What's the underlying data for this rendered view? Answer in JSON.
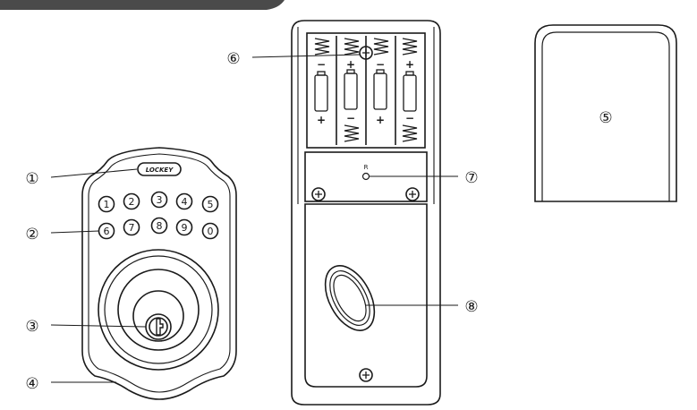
{
  "colors": {
    "stroke": "#1a1a1a",
    "banner": "#4a4a4a",
    "background": "#ffffff"
  },
  "front": {
    "logo": "LOCKEY",
    "keys_row1": [
      "1",
      "2",
      "3",
      "4",
      "5"
    ],
    "keys_row2": [
      "6",
      "7",
      "8",
      "9",
      "0"
    ]
  },
  "back": {
    "reset_label": "R",
    "polarity_plus": "+",
    "polarity_minus": "−"
  },
  "callouts": [
    "①",
    "②",
    "③",
    "④",
    "⑤",
    "⑥",
    "⑦",
    "⑧"
  ]
}
